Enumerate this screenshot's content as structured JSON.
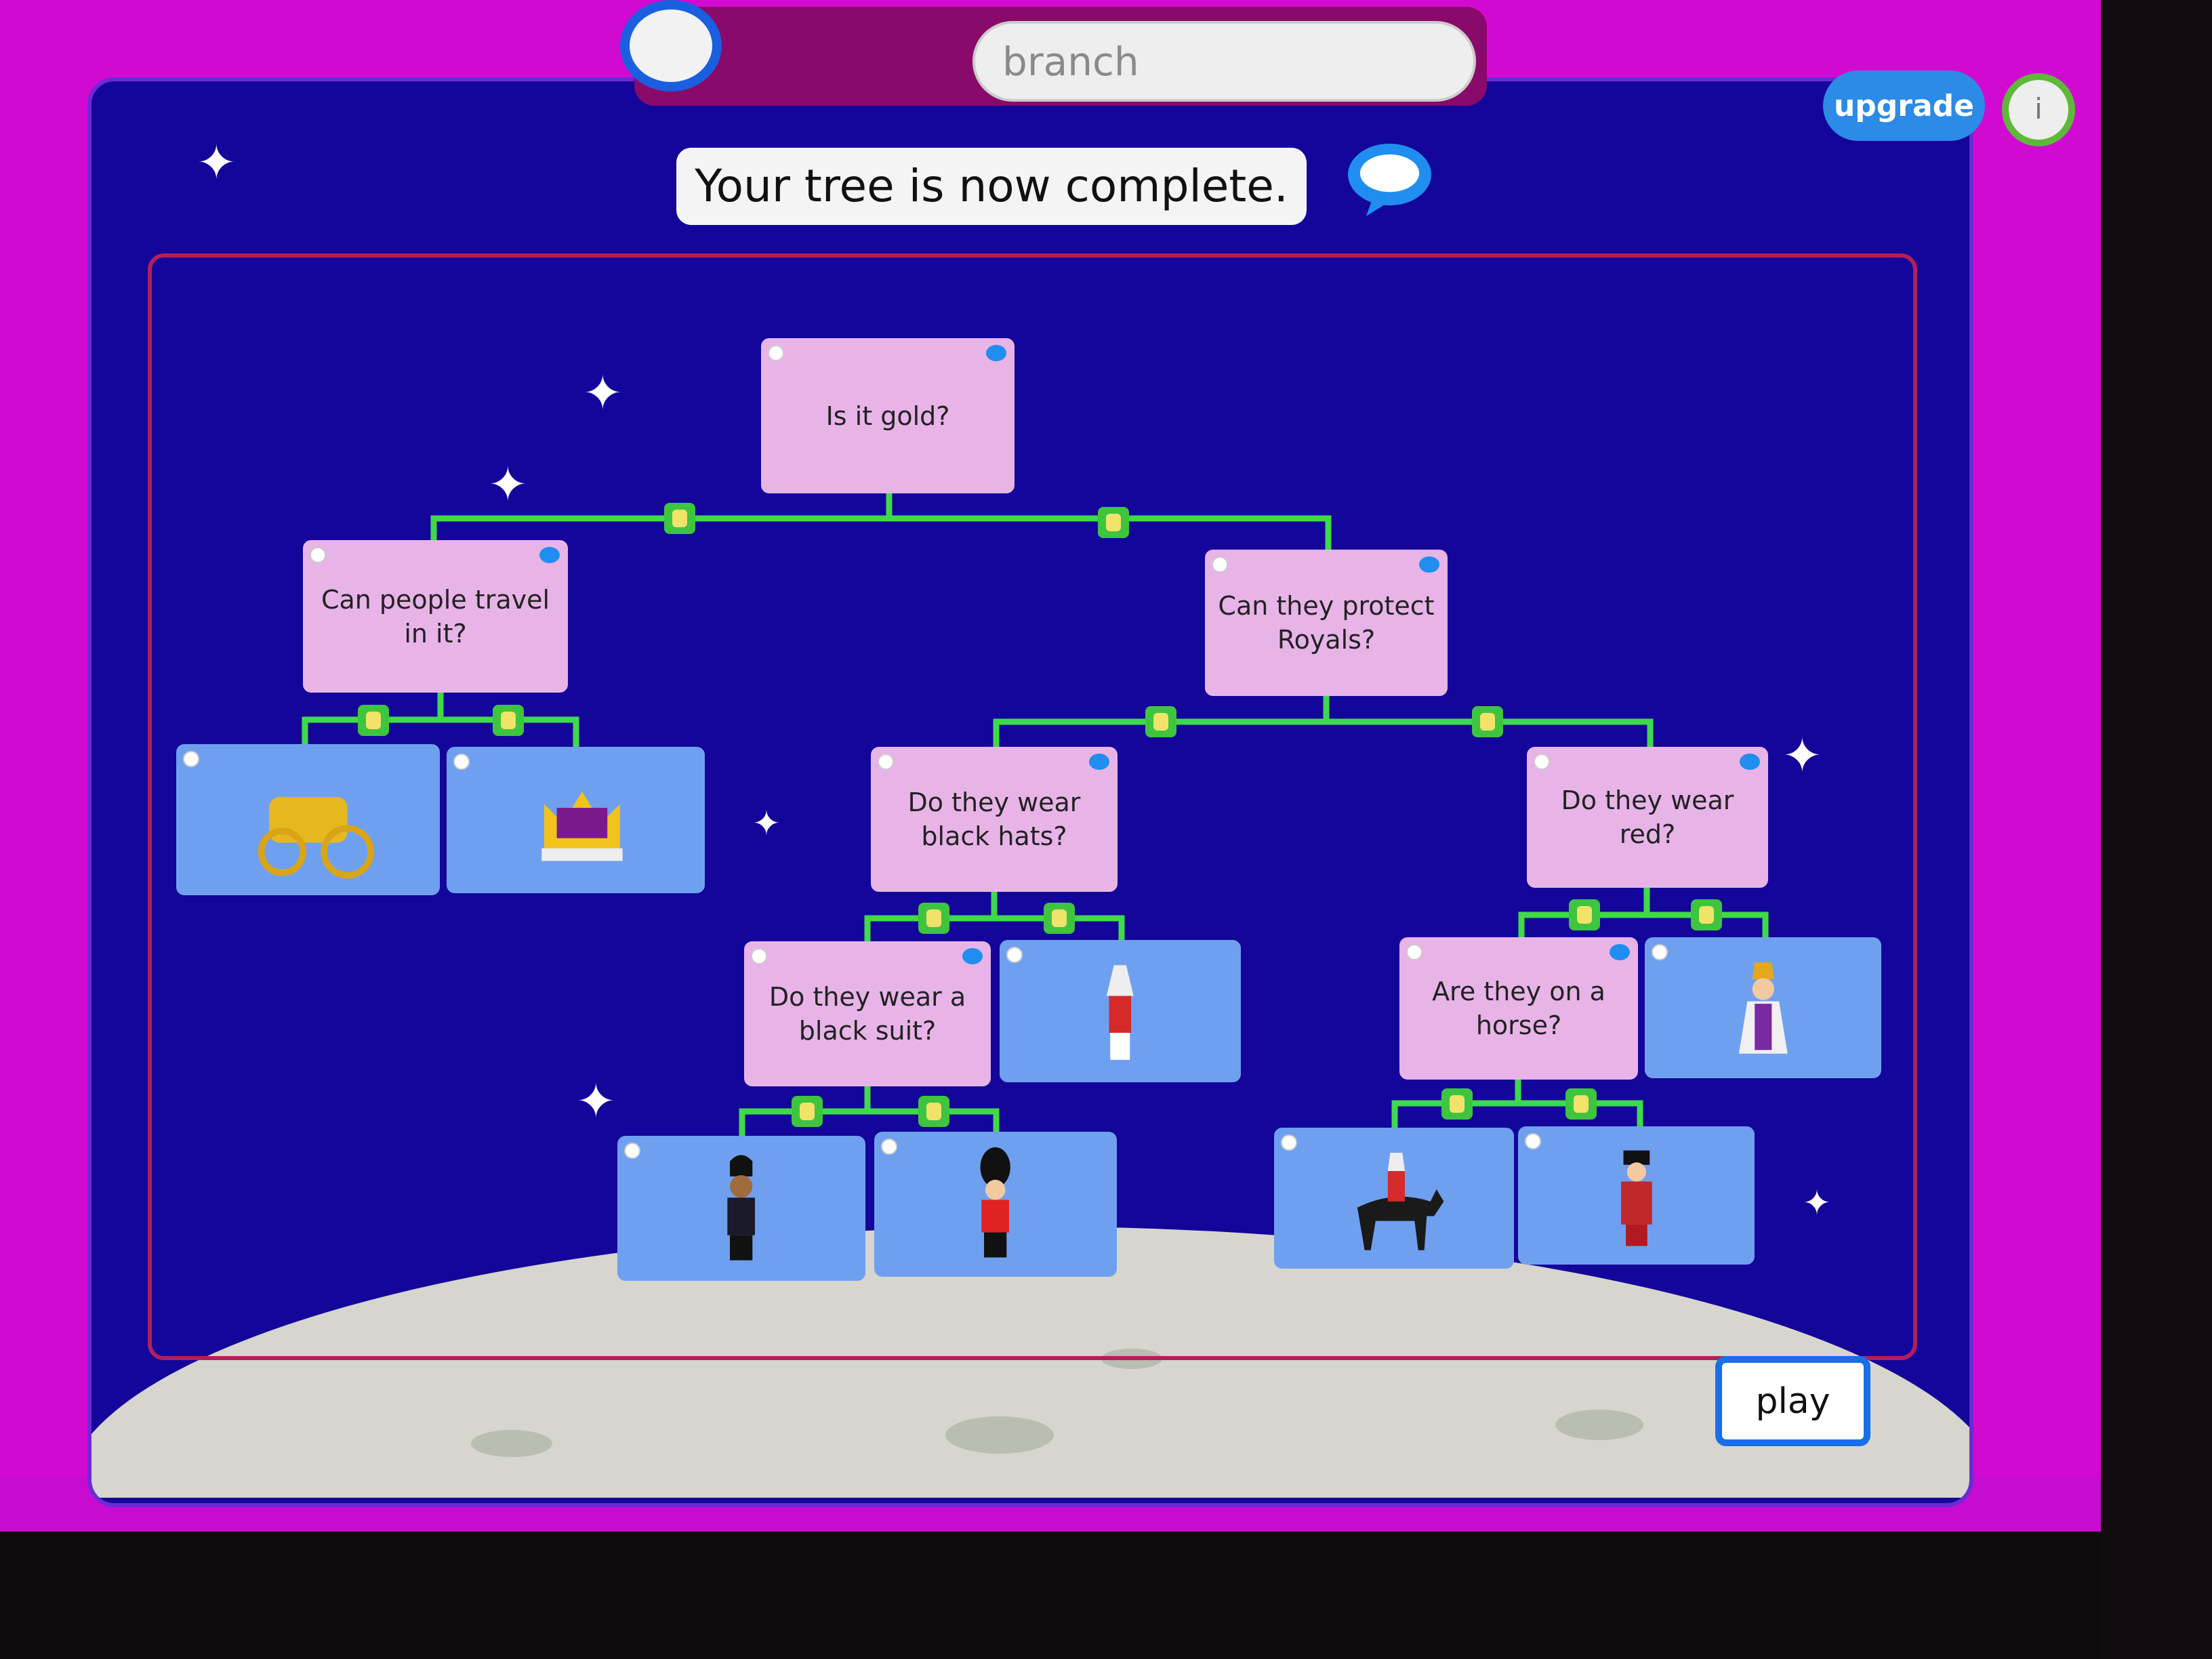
{
  "header": {
    "search_value": "branch",
    "upgrade_label": "upgrade",
    "info_label": "i"
  },
  "message": "Your tree is now complete.",
  "play_label": "play",
  "colors": {
    "background": "#d10ad2",
    "panel": "#14069a",
    "question_card": "#e8b4e8",
    "image_card": "#6fa0ef",
    "connector": "#3fd94a",
    "accent_blue": "#1f8ef0"
  },
  "tree": {
    "root": {
      "text": "Is it gold?"
    },
    "q_travel": {
      "text": "Can people travel in it?"
    },
    "q_protect": {
      "text": "Can they protect Royals?"
    },
    "q_black_hats": {
      "text": "Do they wear black hats?"
    },
    "q_red": {
      "text": "Do they wear red?"
    },
    "q_black_suit": {
      "text": "Do they wear a black suit?"
    },
    "q_horse": {
      "text": "Are they on a horse?"
    },
    "leaf_coach": {
      "icon": "gold-coach-icon"
    },
    "leaf_crown": {
      "icon": "crown-icon"
    },
    "leaf_lifeguard": {
      "icon": "life-guard-icon"
    },
    "leaf_king": {
      "icon": "king-icon"
    },
    "leaf_police": {
      "icon": "police-officer-icon"
    },
    "leaf_guard": {
      "icon": "queens-guard-icon"
    },
    "leaf_horseguard": {
      "icon": "horse-guard-icon"
    },
    "leaf_beefeater": {
      "icon": "beefeater-icon"
    }
  }
}
